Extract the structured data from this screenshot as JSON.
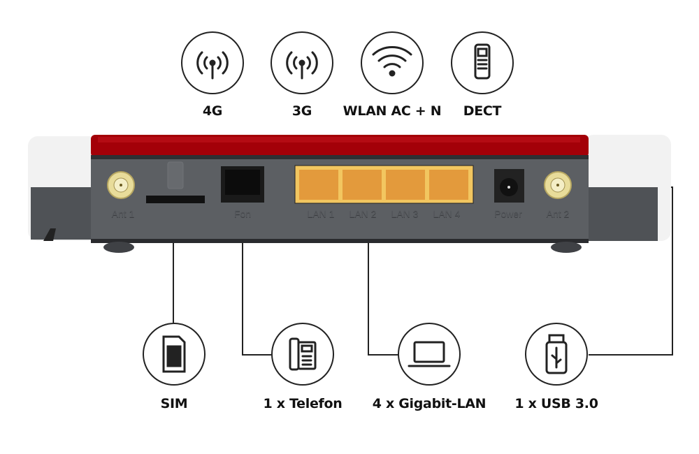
{
  "features_top": [
    {
      "label": "4G",
      "icon": "antenna-icon"
    },
    {
      "label": "3G",
      "icon": "antenna-icon"
    },
    {
      "label": "WLAN AC + N",
      "icon": "wifi-icon"
    },
    {
      "label": "DECT",
      "icon": "cordless-phone-icon"
    }
  ],
  "features_bottom": [
    {
      "label": "SIM",
      "icon": "sim-card-icon"
    },
    {
      "label": "1 x Telefon",
      "icon": "desk-phone-icon"
    },
    {
      "label": "4 x Gigabit-LAN",
      "icon": "laptop-icon"
    },
    {
      "label": "1 x USB 3.0",
      "icon": "usb-stick-icon"
    }
  ],
  "router_ports": {
    "ant1": "Ant 1",
    "fon": "Fon",
    "lan1": "LAN 1",
    "lan2": "LAN 2",
    "lan3": "LAN 3",
    "lan4": "LAN 4",
    "power": "Power",
    "ant2": "Ant 2"
  },
  "colors": {
    "router_red": "#a30008",
    "router_gray": "#5c5f63",
    "lan_orange": "#e8a040",
    "connector_gold": "#e8dc9a"
  }
}
